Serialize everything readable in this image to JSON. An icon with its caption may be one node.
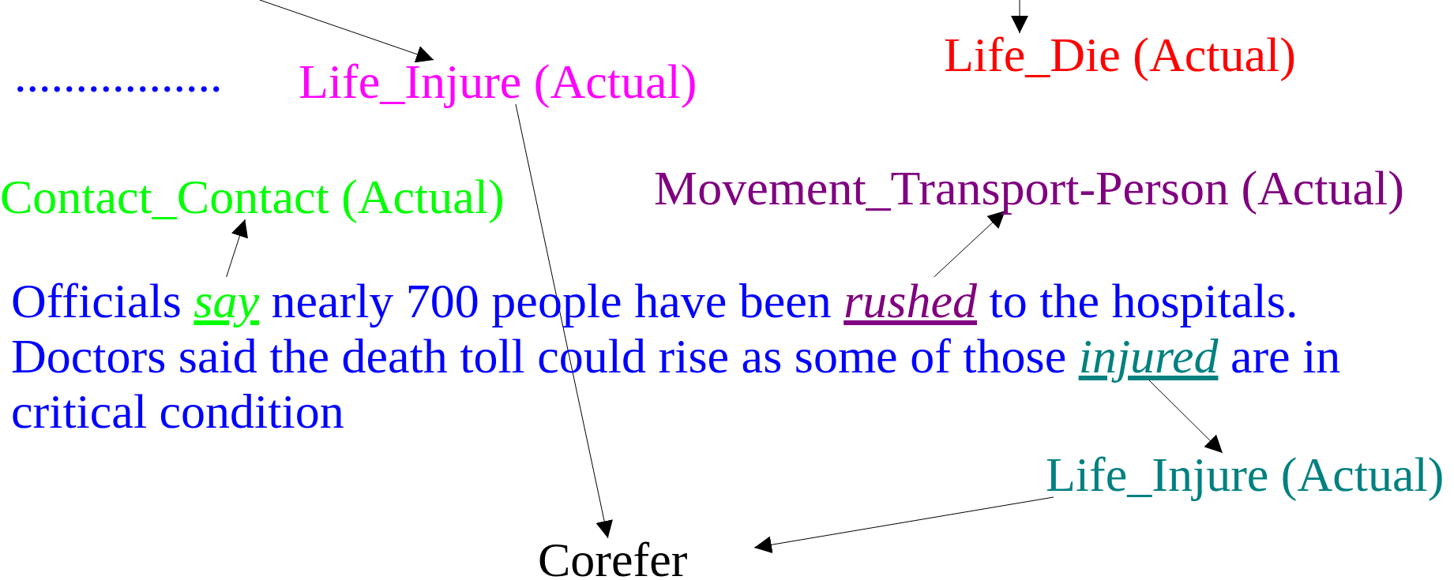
{
  "diagram": {
    "nodes": [
      {
        "text": [
          "Life_Injure (Actual)"
        ]
      },
      {
        "text": [
          "Life_Die (Actual)"
        ]
      },
      {
        "text": [
          "Contact_Contact (Actual)"
        ]
      },
      {
        "text": [
          "Movement_Transport-Person (Actual)"
        ]
      },
      {
        "text": [
          "Officials *say* nearly 700 people have been *rushed* to the hospitals. Doctors said the death toll could rise as some of those *injured* are in critical condition"
        ]
      },
      {
        "text": [
          "Life_Injure (Actual)"
        ]
      },
      {
        "text": [
          "Corefer"
        ]
      }
    ],
    "edges": [
      {
        "from": null,
        "to": 0,
        "arrow": "to"
      },
      {
        "from": null,
        "to": 1,
        "arrow": "to"
      },
      {
        "from": 4,
        "to": 2,
        "arrow": "to"
      },
      {
        "from": 4,
        "to": 3,
        "arrow": "to"
      },
      {
        "from": 4,
        "to": 5,
        "arrow": "to"
      },
      {
        "from": 0,
        "to": 6,
        "arrow": "to"
      },
      {
        "from": 5,
        "to": 6,
        "arrow": "to"
      }
    ],
    "labels": [
      "................."
    ]
  }
}
